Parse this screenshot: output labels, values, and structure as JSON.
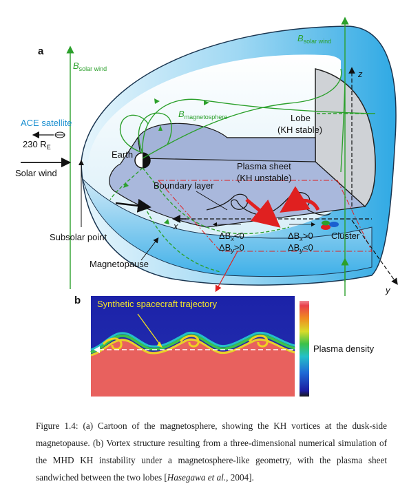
{
  "panel_a": {
    "label": "a",
    "b_solar_wind_left": "B",
    "b_solar_wind_left_sub": "solar wind",
    "b_solar_wind_right": "B",
    "b_solar_wind_right_sub": "solar wind",
    "b_magnetosphere": "B",
    "b_magnetosphere_sub": "magnetosphere",
    "ace_satellite": "ACE satellite",
    "distance": "230 R",
    "distance_sub": "E",
    "solar_wind": "Solar wind",
    "earth": "Earth",
    "lobe": "Lobe",
    "lobe_note": "(KH stable)",
    "plasma_sheet": "Plasma sheet",
    "plasma_sheet_note": "(KH unstable)",
    "boundary_layer": "Boundary layer",
    "subsolar_point": "Subsolar point",
    "magnetopause": "Magnetopause",
    "axis_x": "x",
    "axis_y": "y",
    "axis_z": "z",
    "dbx_left": "ΔB",
    "dbx_left_rest": "<0",
    "dby_left": "ΔB",
    "dby_left_rest": ">0",
    "dbx_right": "ΔB",
    "dbx_right_rest": ">0",
    "dby_right": "ΔB",
    "dby_right_rest": "<0",
    "sub_x": "x",
    "sub_y": "y",
    "cluster": "Cluster"
  },
  "panel_b": {
    "label": "b",
    "trajectory": "Synthetic spacecraft trajectory",
    "plasma_density": "Plasma density"
  },
  "caption": {
    "text": "Figure 1.4: (a) Cartoon of the magnetosphere, showing the KH vortices at the dusk-side magnetopause. (b) Vortex structure resulting from a three-dimensional numerical simulation of the MHD KH instability under a magnetosphere-like geometry, with the plasma sheet sandwiched between the two lobes [",
    "ref": "Hasegawa et al.",
    "tail": ", 2004]."
  },
  "colors": {
    "field_line": "#2ca02c",
    "ace_blue": "#1a8fd0",
    "sheet_fill": "#a9b8dc",
    "arrow_red": "#e02020"
  }
}
